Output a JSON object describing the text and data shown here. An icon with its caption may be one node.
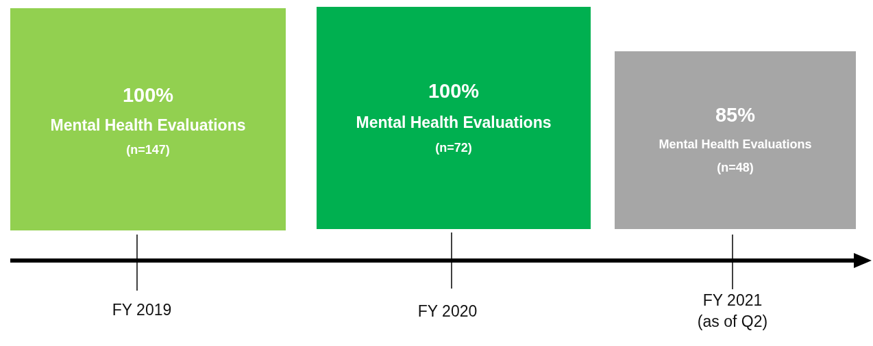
{
  "diagram": {
    "nodes": [
      {
        "text": [
          "100%",
          "Mental Health Evaluations",
          "(n=147)"
        ]
      },
      {
        "text": [
          "100%",
          "Mental Health Evaluations",
          "(n=72)"
        ]
      },
      {
        "text": [
          "85%",
          "Mental Health Evaluations",
          "(n=48)"
        ]
      }
    ],
    "edges": [],
    "labels": [
      "FY 2019",
      "FY 2020",
      "FY 2021 (as of Q2)"
    ]
  }
}
